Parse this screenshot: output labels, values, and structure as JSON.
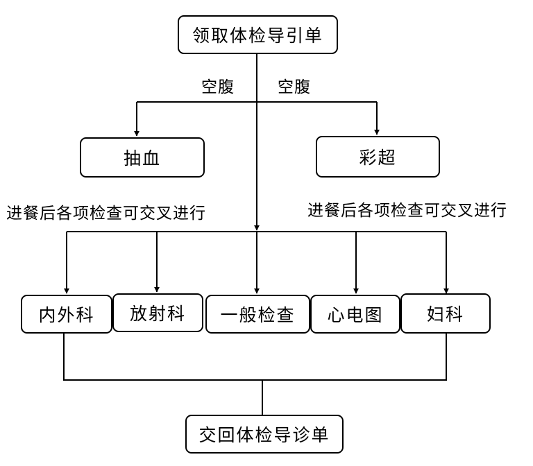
{
  "nodes": {
    "start": "领取体检导引单",
    "blood": "抽血",
    "ultrasound": "彩超",
    "internal_surgery": "内外科",
    "radiology": "放射科",
    "general_exam": "一般检查",
    "ecg": "心电图",
    "gynecology": "妇科",
    "end": "交回体检导诊单"
  },
  "labels": {
    "fasting_left": "空腹",
    "fasting_right": "空腹",
    "after_meal_left": "进餐后各项检查可交叉进行",
    "after_meal_right": "进餐后各项检查可交叉进行"
  }
}
